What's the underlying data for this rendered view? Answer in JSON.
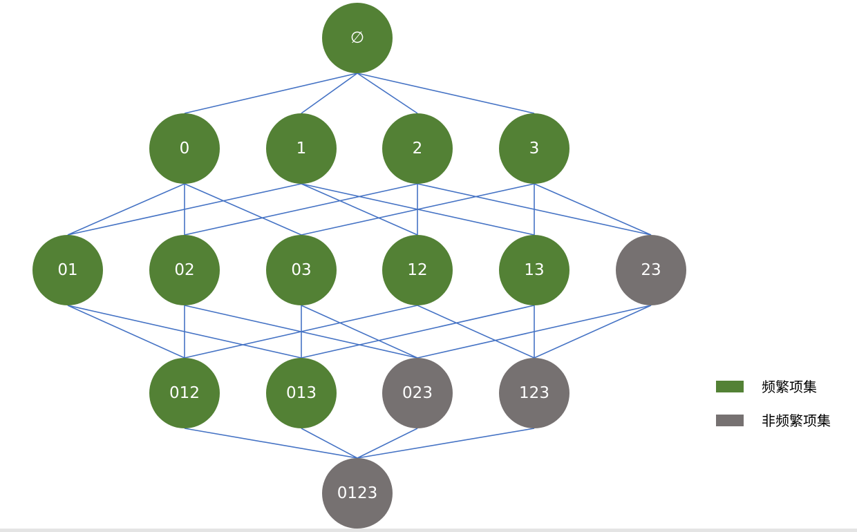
{
  "colors": {
    "frequent": "#538135",
    "infrequent": "#767171",
    "edge": "#4472c4"
  },
  "levels": [
    [
      {
        "id": "empty",
        "label": "∅",
        "status": "frequent"
      }
    ],
    [
      {
        "id": "0",
        "label": "0",
        "status": "frequent"
      },
      {
        "id": "1",
        "label": "1",
        "status": "frequent"
      },
      {
        "id": "2",
        "label": "2",
        "status": "frequent"
      },
      {
        "id": "3",
        "label": "3",
        "status": "frequent"
      }
    ],
    [
      {
        "id": "01",
        "label": "01",
        "status": "frequent"
      },
      {
        "id": "02",
        "label": "02",
        "status": "frequent"
      },
      {
        "id": "03",
        "label": "03",
        "status": "frequent"
      },
      {
        "id": "12",
        "label": "12",
        "status": "frequent"
      },
      {
        "id": "13",
        "label": "13",
        "status": "frequent"
      },
      {
        "id": "23",
        "label": "23",
        "status": "infrequent"
      }
    ],
    [
      {
        "id": "012",
        "label": "012",
        "status": "frequent"
      },
      {
        "id": "013",
        "label": "013",
        "status": "frequent"
      },
      {
        "id": "023",
        "label": "023",
        "status": "infrequent"
      },
      {
        "id": "123",
        "label": "123",
        "status": "infrequent"
      }
    ],
    [
      {
        "id": "0123",
        "label": "0123",
        "status": "infrequent"
      }
    ]
  ],
  "edges": [
    [
      "empty",
      "0"
    ],
    [
      "empty",
      "1"
    ],
    [
      "empty",
      "2"
    ],
    [
      "empty",
      "3"
    ],
    [
      "0",
      "01"
    ],
    [
      "0",
      "02"
    ],
    [
      "0",
      "03"
    ],
    [
      "1",
      "01"
    ],
    [
      "1",
      "12"
    ],
    [
      "1",
      "13"
    ],
    [
      "2",
      "02"
    ],
    [
      "2",
      "12"
    ],
    [
      "2",
      "23"
    ],
    [
      "3",
      "03"
    ],
    [
      "3",
      "13"
    ],
    [
      "3",
      "23"
    ],
    [
      "01",
      "012"
    ],
    [
      "01",
      "013"
    ],
    [
      "02",
      "012"
    ],
    [
      "02",
      "023"
    ],
    [
      "03",
      "013"
    ],
    [
      "03",
      "023"
    ],
    [
      "12",
      "012"
    ],
    [
      "12",
      "123"
    ],
    [
      "13",
      "013"
    ],
    [
      "13",
      "123"
    ],
    [
      "23",
      "023"
    ],
    [
      "23",
      "123"
    ],
    [
      "012",
      "0123"
    ],
    [
      "013",
      "0123"
    ],
    [
      "023",
      "0123"
    ],
    [
      "123",
      "0123"
    ]
  ],
  "legend": {
    "frequent_label": "频繁项集",
    "infrequent_label": "非频繁项集"
  }
}
